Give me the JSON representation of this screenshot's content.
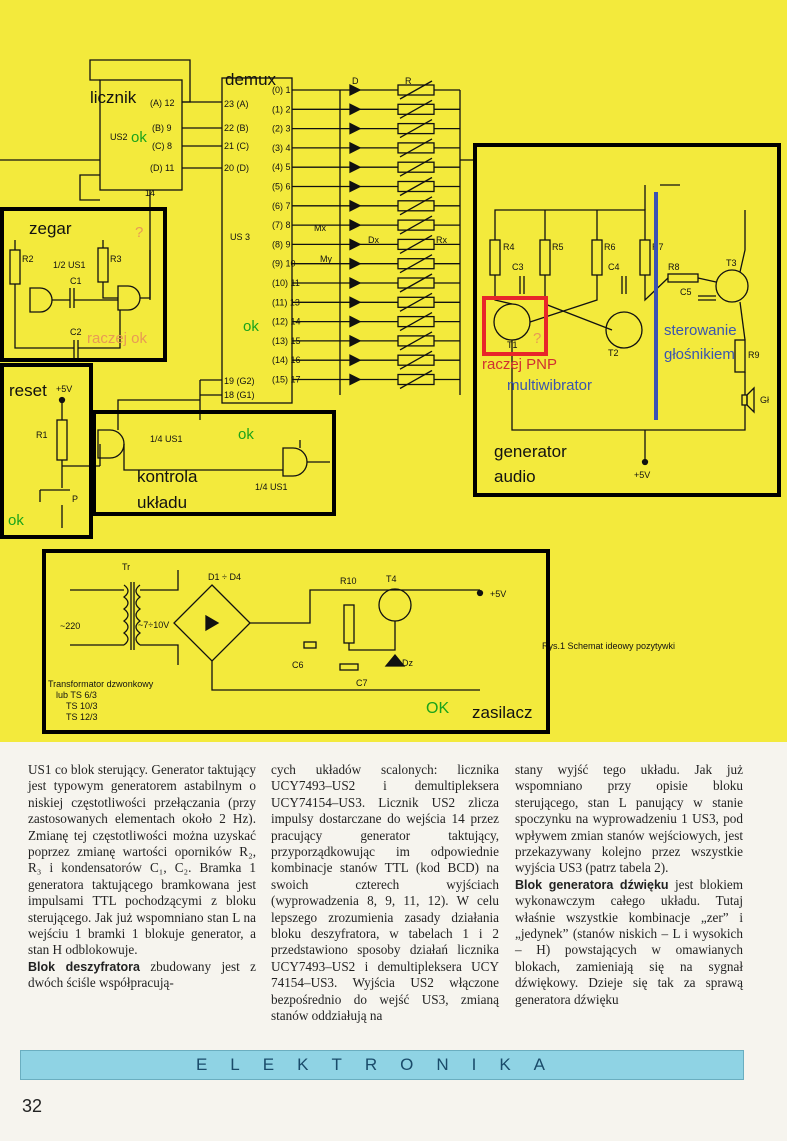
{
  "labels": {
    "licznik": "licznik",
    "demux": "demux",
    "zegar": "zegar",
    "reset": "reset",
    "kontrola": "kontrola",
    "ukladu": "układu",
    "generator": "generator",
    "audio": "audio",
    "zasilacz": "zasilacz",
    "multiwibrator": "multiwibrator",
    "sterowanie": "sterowanie",
    "glosnikiem": "głośnikiem",
    "raczej_pnp": "raczej PNP",
    "raczej_ok": "raczej ok",
    "question_zegar": "?",
    "question_t1": "?",
    "ok_us2": "ok",
    "ok_demux": "ok",
    "ok_reset": "ok",
    "ok_kontrola": "ok",
    "ok_zasilacz": "OK",
    "caption": "Rys.1   Schemat ideowy pozytywki"
  },
  "schematic": {
    "us2": "US2",
    "us3": "US 3",
    "us1_half": "1/2 US1",
    "us1_quarter_a": "1/4 US1",
    "us1_quarter_b": "1/4 US1",
    "tr": "Tr",
    "d1d4": "D1 ÷ D4",
    "v220": "~220",
    "v710": "~7÷10V",
    "r10": "R10",
    "t4": "T4",
    "dz": "Dz",
    "c6": "C6",
    "c7": "C7",
    "plus5v_a": "+5V",
    "plus5v_b": "+5V",
    "plus5v_c": "+5V",
    "transformator": "Transformator dzwonkowy",
    "lub_ts": "lub TS 6/3",
    "ts10": "TS 10/3",
    "ts12": "TS 12/3",
    "d": "D",
    "r": "R",
    "dx": "Dx",
    "rx": "Rx",
    "mx": "Mx",
    "my": "My",
    "r1": "R1",
    "r2": "R2",
    "r3": "R3",
    "c1": "C1",
    "c2": "C2",
    "p": "P",
    "r4": "R4",
    "r5": "R5",
    "r6": "R6",
    "r7": "R7",
    "r8": "R8",
    "r9": "R9",
    "c3": "C3",
    "c4": "C4",
    "c5": "C5",
    "t1": "T1",
    "t2": "T2",
    "t3": "T3",
    "gl": "Gł",
    "us2_pins": [
      "(A) 12",
      "(B) 9",
      "(C) 8",
      "(D) 11",
      "14"
    ],
    "us3_inputs": [
      "23 (A)",
      "22 (B)",
      "21 (C)",
      "20 (D)"
    ],
    "us3_enable": [
      "19 (G2)",
      "18 (G1)"
    ],
    "us3_outputs": [
      "(0) 1",
      "(1) 2",
      "(2) 3",
      "(3) 4",
      "(4) 5",
      "(5) 6",
      "(6) 7",
      "(7) 8",
      "(8) 9",
      "(9) 10",
      "(10) 11",
      "(11) 13",
      "(12) 14",
      "(13) 15",
      "(14) 16",
      "(15) 17"
    ]
  },
  "article": {
    "col1": [
      "US1 co blok sterujący. Generator taktujący jest typowym generatorem astabilnym o niskiej częstotliwości przełączania (przy zastosowanych elementach około 2 Hz). Zmianę tej częstotliwości można uzyskać poprzez zmianę wartości oporników R₂, R₃ i kondensatorów C₁, C₂. Bramka 1 generatora taktującego bramkowana jest impulsami TTL pochodzącymi z bloku sterującego. Jak już wspomniano stan L na wejściu 1 bramki 1 blokuje generator, a stan H odblokowuje.",
      "Blok deszyfratora zbudowany jest z dwóch ściśle współpracują-"
    ],
    "col2": [
      "cych układów scalonych: licznika UCY7493–US2 i demultipleksera UCY74154–US3. Licznik US2 zlicza impulsy dostarczane do wejścia 14 przez pracujący generator taktujący, przyporządkowując im odpowiednie kombinacje stanów TTL (kod BCD) na swoich czterech wyjściach (wyprowadzenia 8, 9, 11, 12). W celu lepszego zrozumienia zasady działania bloku deszyfratora, w tabelach 1 i 2 przedstawiono sposoby działań licznika UCY7493–US2 i demultipleksera UCY 74154–US3. Wyjścia US2 włączone bezpośrednio do wejść US3, zmianą stanów oddziałują na"
    ],
    "col3": [
      "stany wyjść tego układu. Jak już wspomniano przy opisie bloku sterującego, stan L panujący w stanie spoczynku na wyprowadzeniu 1 US3, pod wpływem zmian stanów wejściowych, jest przekazywany kolejno przez wszystkie wyjścia US3 (patrz tabela 2).",
      "Blok generatora dźwięku jest blokiem wykonawczym całego układu. Tutaj właśnie wszystkie kombinacje „zer” i „jedynek” (stanów niskich – L i wysokich – H) powstających w omawianych blokach, zamieniają się na sygnał dźwiękowy. Dzieje się tak za sprawą generatora dźwięku"
    ],
    "col1_bold": "Blok deszyfratora",
    "col3_bold": "Blok generatora dźwięku"
  },
  "footer": {
    "banner": "ELEKTRONIKA",
    "page": "32"
  }
}
